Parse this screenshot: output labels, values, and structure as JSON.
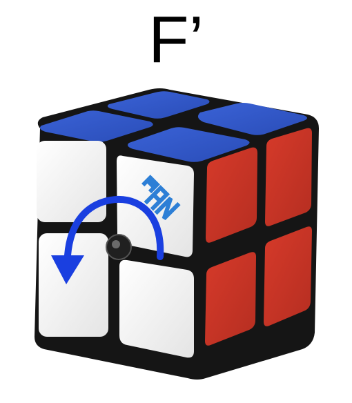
{
  "move_label": "F’",
  "colors": {
    "body": "#151515",
    "white": "#f2f2f2",
    "blue": "#3256c9",
    "red": "#c83425",
    "arrow": "#1a3fe0",
    "logo": "#2d7fd6"
  },
  "faces": {
    "top": "blue",
    "front": "white",
    "right": "red"
  },
  "arrow": {
    "direction": "counterclockwise",
    "icon": "rotate-counterclockwise-icon"
  },
  "logo": {
    "name": "gan-logo",
    "lettering": "GAN"
  }
}
